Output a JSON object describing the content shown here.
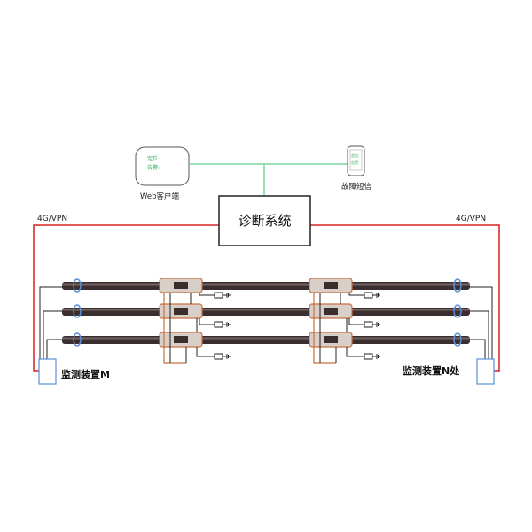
{
  "title": "",
  "diagnosis_system": {
    "label": "诊断系统"
  },
  "web_client": {
    "label": "Web客户端",
    "lines": [
      "定位:",
      "告警:"
    ],
    "accent_color": "#2eaa55"
  },
  "phone": {
    "label": "故障短信",
    "lines": [
      "定位:",
      "告警:"
    ],
    "accent_color": "#2eaa55"
  },
  "links": {
    "left_label": "4G/VPN",
    "right_label": "4G/VPN",
    "network_color": "#d62020",
    "lan_color": "#66cc88"
  },
  "devices": {
    "left_label": "监测装置M",
    "right_label": "监测装置N处"
  },
  "cables": {
    "count": 3,
    "colors": {
      "core": "#3a2e2e",
      "joint": "#c87040",
      "clamp": "#5b8fd8"
    }
  },
  "grounding_symbol": "ground-icon"
}
